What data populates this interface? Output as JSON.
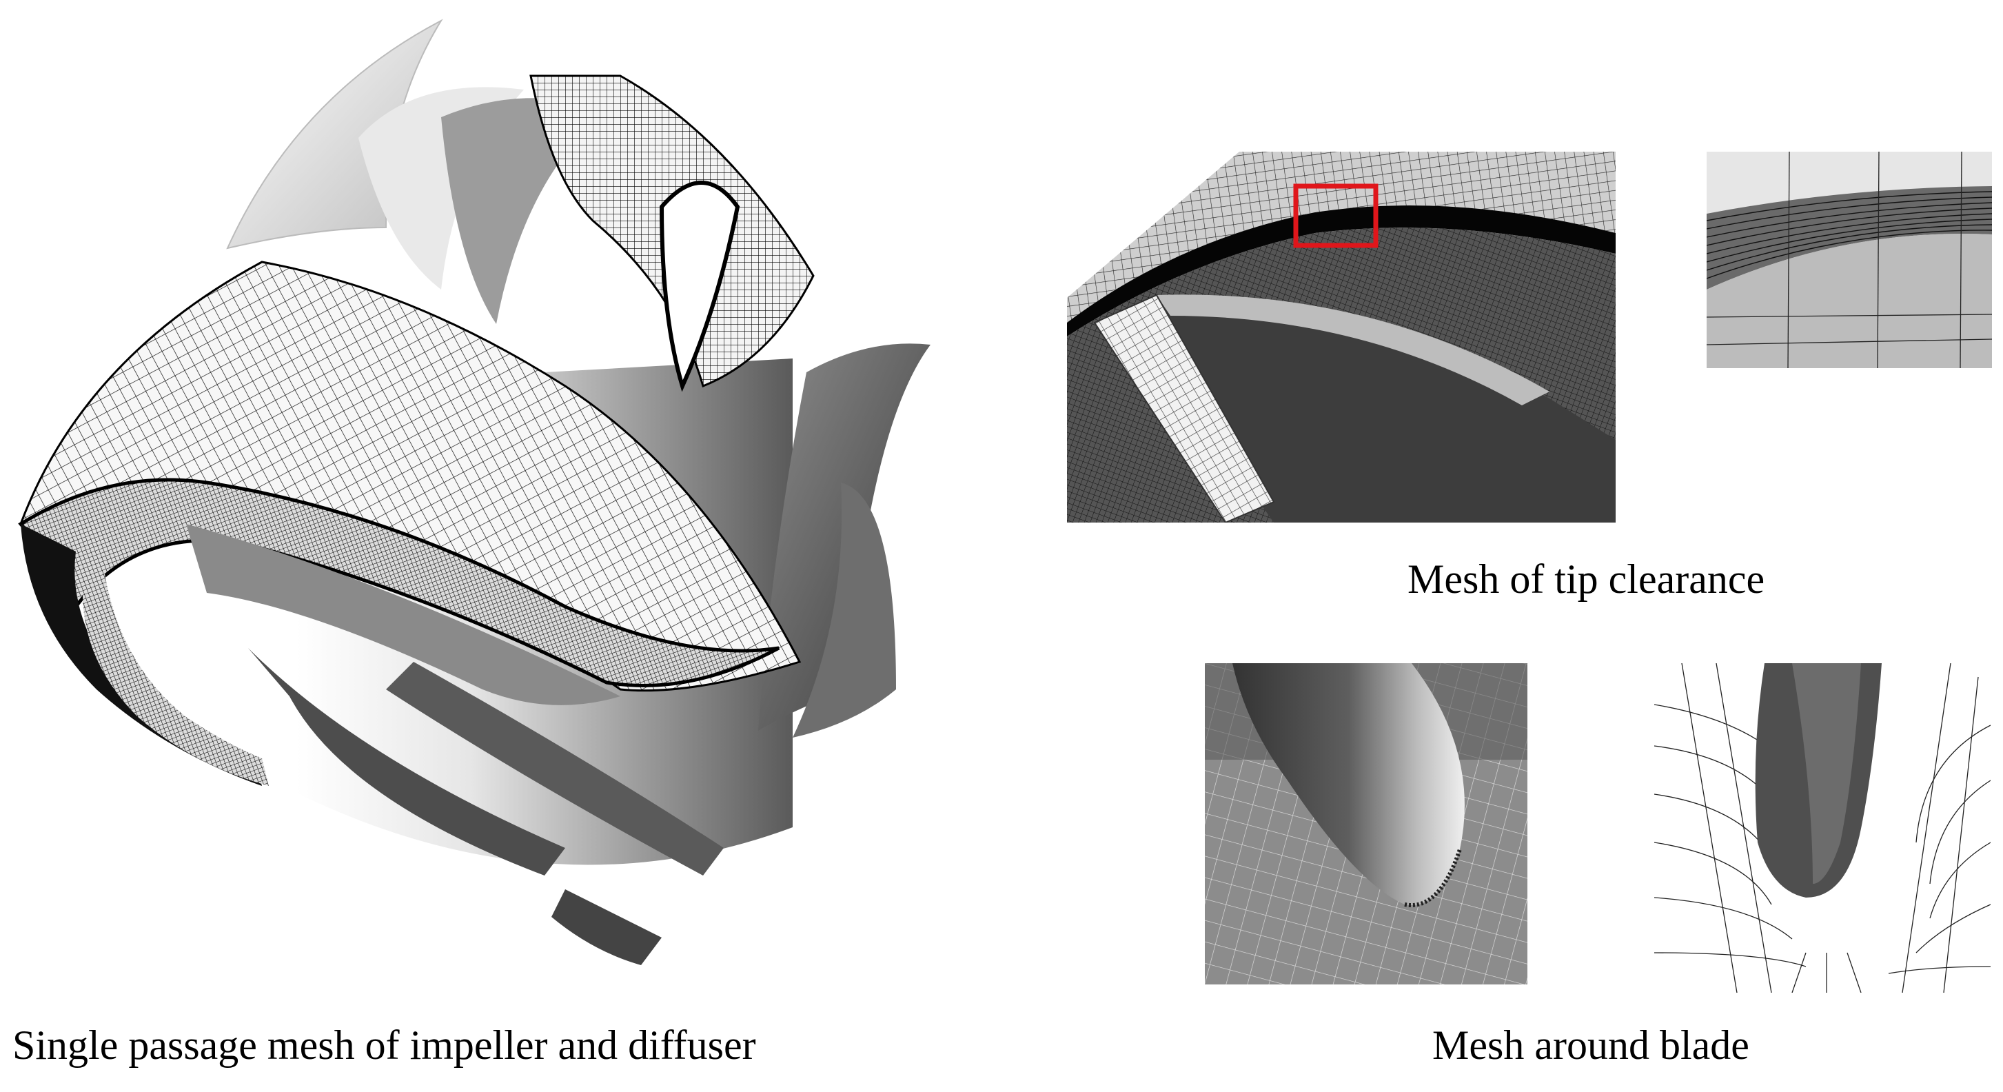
{
  "captions": {
    "main": "Single passage mesh of impeller and diffuser",
    "tip": "Mesh of tip clearance",
    "blade": "Mesh around blade"
  },
  "colors": {
    "background": "#ffffff",
    "highlight_box": "#e0161b",
    "mesh_line": "#000000",
    "surface_light": "#f2f2f2",
    "surface_mid": "#a6a6a6",
    "surface_dark": "#3c3c3c"
  }
}
